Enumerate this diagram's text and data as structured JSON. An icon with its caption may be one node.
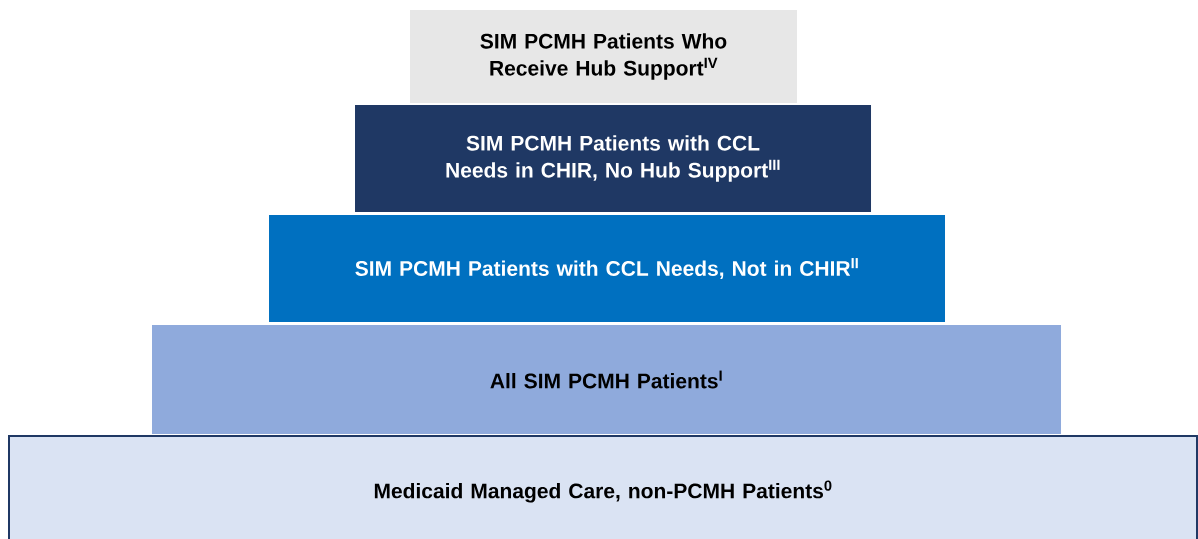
{
  "diagram": {
    "nodes": [
      {
        "text": [
          "SIM PCMH Patients Who Receive Hub Support$^{IV}$"
        ]
      },
      {
        "text": [
          "SIM PCMH Patients with CCL Needs in CHIR, No Hub Support$^{III}$"
        ]
      },
      {
        "text": [
          "SIM PCMH Patients with CCL Needs, Not in CHIR$^{II}$"
        ]
      },
      {
        "text": [
          "All SIM PCMH Patients$^{I}$"
        ]
      },
      {
        "text": [
          "Medicaid Managed Care, non-PCMH Patients$^{0}$"
        ]
      }
    ]
  }
}
